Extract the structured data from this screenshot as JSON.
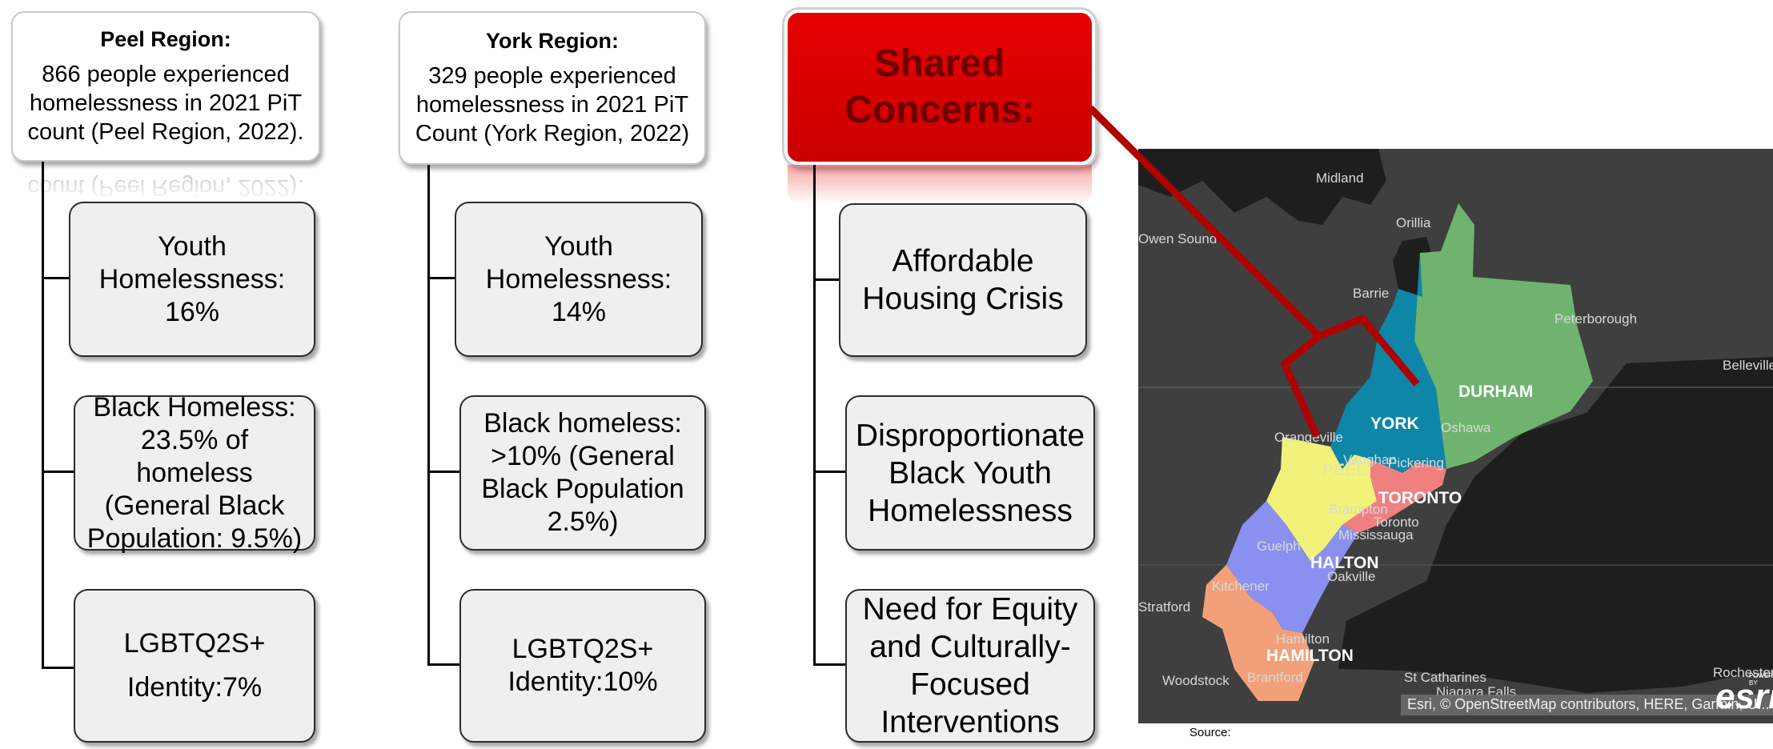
{
  "peel": {
    "title": "Peel Region:",
    "line1": "866 people experienced",
    "line2": "homelessness in 2021 PiT",
    "line3": "count (Peel Region, 2022).",
    "youth_l1": "Youth",
    "youth_l2": "Homelessness:",
    "youth_l3": "16%",
    "black_l1": "Black Homeless:",
    "black_l2": "23.5% of homeless",
    "black_l3": "(General Black",
    "black_l4": "Population:  9.5%)",
    "lgbt_l1": "LGBTQ2S+",
    "lgbt_l2": "Identity:7%"
  },
  "york": {
    "title": "York Region:",
    "line1": "329 people experienced",
    "line2": "homelessness in 2021 PiT",
    "line3": "Count (York Region, 2022)",
    "youth_l1": "Youth",
    "youth_l2": "Homelessness:",
    "youth_l3": "14%",
    "black_l1": "Black homeless:",
    "black_l2": ">10% (General",
    "black_l3": "Black Population",
    "black_l4": "2.5%)",
    "lgbt_l1": "LGBTQ2S+",
    "lgbt_l2": "Identity:10%"
  },
  "shared": {
    "title_l1": "Shared",
    "title_l2": "Concerns:",
    "c1_l1": "Affordable",
    "c1_l2": "Housing Crisis",
    "c2_l1": "Disproportionate",
    "c2_l2": "Black Youth",
    "c2_l3": "Homelessness",
    "c3_l1": "Need for Equity",
    "c3_l2": "and Culturally-",
    "c3_l3": "Focused",
    "c3_l4": "Interventions"
  },
  "map": {
    "places": {
      "midland": "Midland",
      "orillia": "Orillia",
      "owen_sound": "Owen Sound",
      "barrie": "Barrie",
      "peterborough": "Peterborough",
      "belleville": "Belleville",
      "orangeville": "Orangeville",
      "vaughan": "Vaughan",
      "pickering": "Pickering",
      "oshawa": "Oshawa",
      "brampton": "Brampton",
      "toronto_city": "Toronto",
      "mississauga": "Mississauga",
      "guelph": "Guelph",
      "oakville": "Oakville",
      "kitchener": "Kitchener",
      "stratford": "Stratford",
      "hamilton_city": "Hamilton",
      "woodstock": "Woodstock",
      "brantford": "Brantford",
      "st_catharines": "St Catharines",
      "niagara_falls": "Niagara Falls",
      "rochester": "Rochester"
    },
    "regions": {
      "durham": "DURHAM",
      "york": "YORK",
      "peel": "PEEL",
      "toronto": "TORONTO",
      "halton": "HALTON",
      "hamilton": "HAMILTON"
    },
    "colors": {
      "durham": "#6fb36f",
      "york": "#0e86a8",
      "peel": "#f2f27a",
      "toronto": "#f08080",
      "halton": "#8a90f0",
      "hamilton": "#f2a07a",
      "water": "#1e1e1e",
      "land": "#3f3f3f"
    },
    "credit": "Esri, © OpenStreetMap contributors, HERE, Garmin, U...",
    "brand": "esri",
    "powered": "POWERED BY"
  },
  "source_label": "Source:",
  "colors": {
    "accent_red": "#e00000",
    "connector_red": "#b00000",
    "box_fill": "#efefef"
  }
}
